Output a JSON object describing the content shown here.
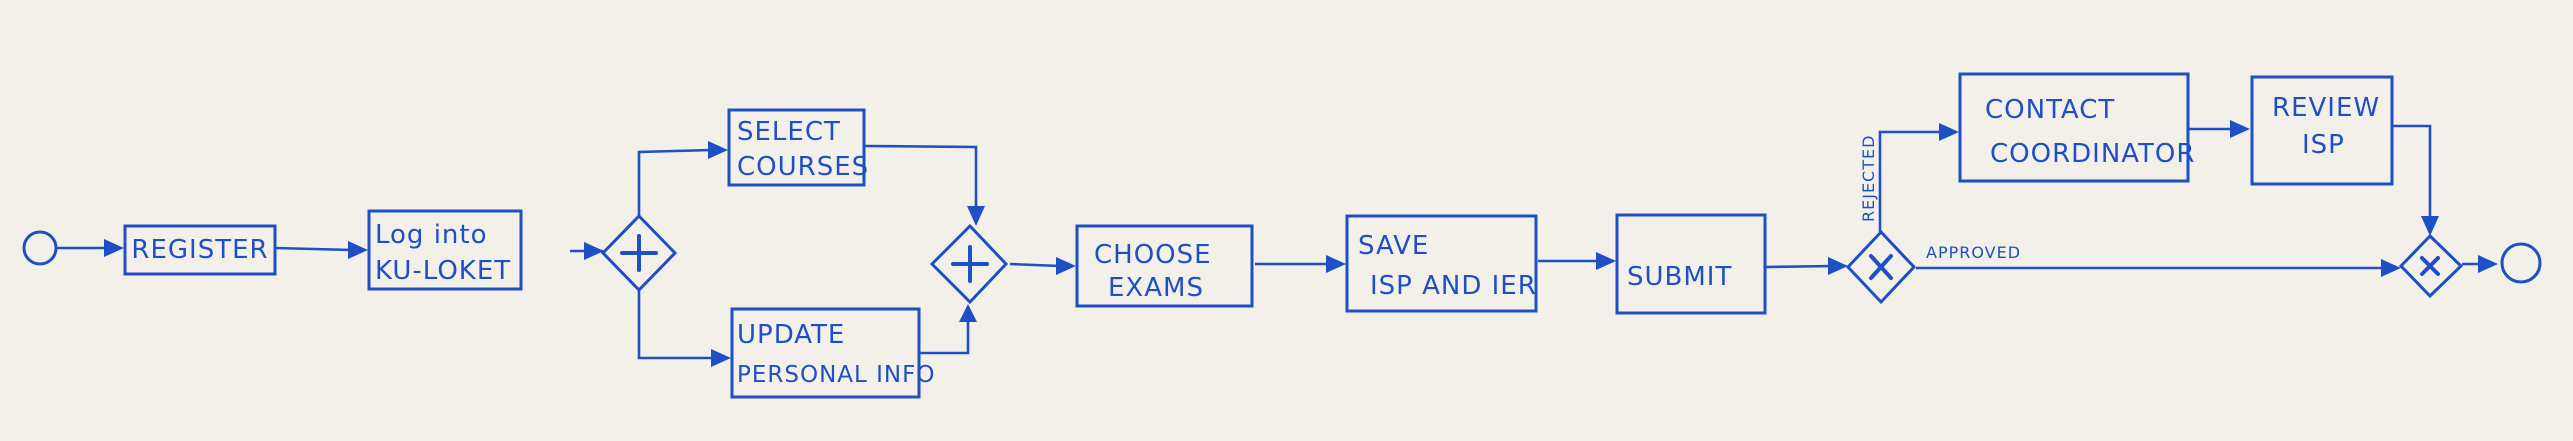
{
  "diagram": {
    "ink_color": "#1f4fc4",
    "paper_color": "#f3f0ea",
    "start_event": {
      "label": ""
    },
    "end_event": {
      "label": ""
    },
    "tasks": {
      "register": {
        "lines": [
          "REGISTER"
        ]
      },
      "log_into": {
        "lines": [
          "Log into",
          "KU-LOKET"
        ]
      },
      "select_courses": {
        "lines": [
          "SELECT",
          "COURSES"
        ]
      },
      "update_info": {
        "lines": [
          "UPDATE",
          "PERSONAL INFO"
        ]
      },
      "choose_exams": {
        "lines": [
          "CHOOSE",
          "EXAMS"
        ]
      },
      "save_isp": {
        "lines": [
          "SAVE",
          "ISP AND IER"
        ]
      },
      "submit": {
        "lines": [
          "SUBMIT"
        ]
      },
      "contact": {
        "lines": [
          "CONTACT",
          "COORDINATOR"
        ]
      },
      "review": {
        "lines": [
          "REVIEW",
          "ISP"
        ]
      }
    },
    "gateways": {
      "split_parallel": {
        "type": "parallel"
      },
      "join_parallel": {
        "type": "parallel"
      },
      "decision": {
        "type": "exclusive"
      },
      "merge": {
        "type": "exclusive"
      }
    },
    "flow_labels": {
      "rejected": "REJECTED",
      "approved": "APPROVED"
    }
  }
}
